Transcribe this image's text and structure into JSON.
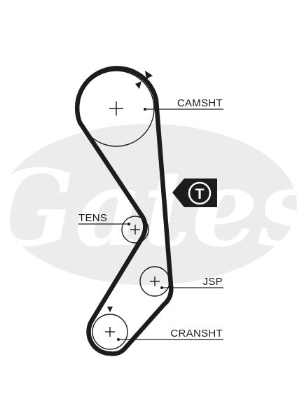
{
  "watermark": {
    "text": "Gates",
    "color": "#ebebeb"
  },
  "labels": {
    "camshaft": "CAMSHT",
    "tensioner": "TENS",
    "jsp": "JSP",
    "crankshaft": "CRANSHT"
  },
  "tensioner_marker": {
    "letter": "T"
  },
  "colors": {
    "belt": "#1c1c1c",
    "marker_bg": "#1c1c1c",
    "background": "#ffffff"
  }
}
